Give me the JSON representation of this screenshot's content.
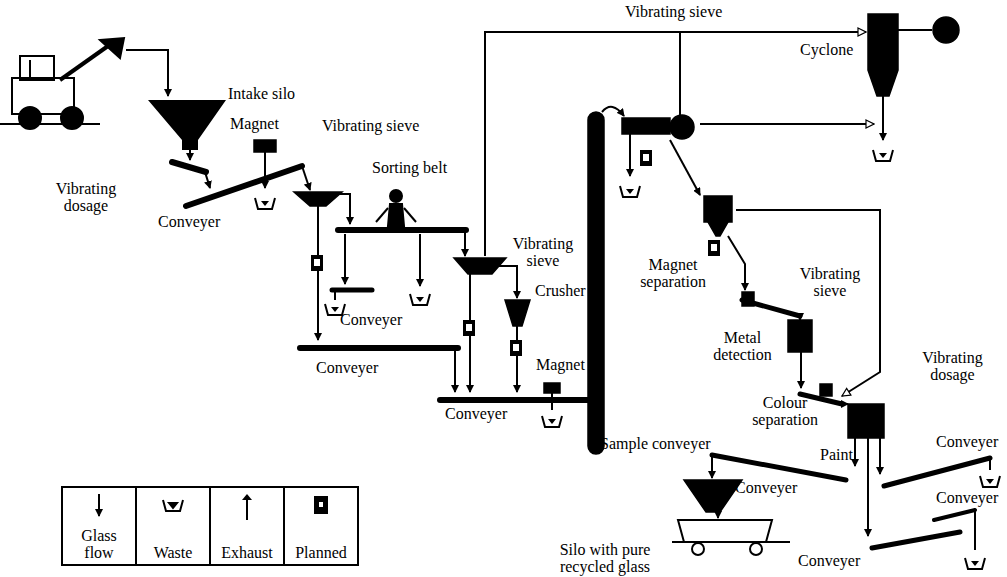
{
  "diagram": {
    "labels": [
      "Intake silo",
      "Magnet",
      "Vibrating sieve",
      "Vibrating dosage",
      "Conveyer",
      "Sorting belt",
      "Conveyer",
      "Vibrating sieve",
      "Crusher",
      "Conveyer",
      "Magnet",
      "Conveyer",
      "Vibrating sieve",
      "Cyclone",
      "Magnet separation",
      "Vibrating sieve",
      "Metal detection",
      "Vibrating dosage",
      "Colour separation",
      "Sample conveyer",
      "Conveyer",
      "Paint",
      "Conveyer",
      "Conveyer",
      "Conveyer",
      "Silo with pure recycled glass"
    ],
    "legend": [
      {
        "text": "Glass flow"
      },
      {
        "text": "Waste"
      },
      {
        "text": "Exhaust"
      },
      {
        "text": "Planned"
      }
    ]
  }
}
